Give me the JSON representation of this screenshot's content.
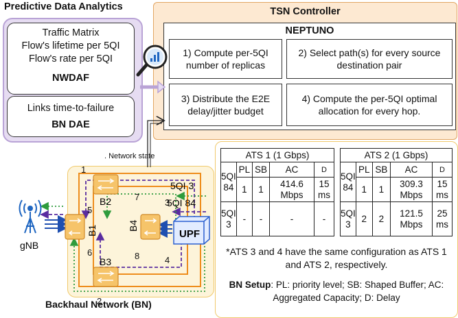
{
  "pda": {
    "title": "Predictive Data Analytics",
    "nwdaf_lines": [
      "Traffic Matrix",
      "Flow's lifetime per 5QI",
      "Flow's rate per 5QI"
    ],
    "nwdaf_label": "NWDAF",
    "bndae_line": "Links time-to-failure",
    "bndae_label": "BN DAE"
  },
  "tsn": {
    "title": "TSN Controller",
    "neptuno": "NEPTUNO",
    "steps": [
      "1) Compute per-5QI number of replicas",
      "2) Select path(s) for every source destination pair",
      "3) Distribute the E2E delay/jitter budget",
      "4) Compute the per-5QI optimal allocation for every hop."
    ]
  },
  "network": {
    "state_label": ". Network state",
    "title": "Backhaul Network (BN)",
    "switches": [
      "B1",
      "B2",
      "B3",
      "B4"
    ],
    "link_numbers": [
      "1",
      "2",
      "3",
      "4",
      "5",
      "6",
      "7",
      "8"
    ],
    "flows": [
      "5QI 3",
      "5QI 84"
    ],
    "gnb": "gNB",
    "upf": "UPF"
  },
  "colors": {
    "pda_fill": "#e6dcf2",
    "tsn_fill": "#fde9d2",
    "bn_fill": "#fdf4da",
    "link_orange": "#ee8d1c",
    "flow_purple": "#5a2ca0",
    "flow_green": "#2e9b3c",
    "gnb_blue": "#1f66c1",
    "upf_blue": "#2a5fd0",
    "upf_fill": "#e2ecff"
  },
  "tables": {
    "ats1": {
      "title": "ATS 1 (1 Gbps)",
      "headers": [
        "PL",
        "SB",
        "AC",
        "D"
      ],
      "rows": [
        {
          "qos": "5QI 84",
          "pl": "1",
          "sb": "1",
          "ac": "414.6 Mbps",
          "d": "15 ms"
        },
        {
          "qos": "5QI 3",
          "pl": "-",
          "sb": "-",
          "ac": "-",
          "d": "-"
        }
      ]
    },
    "ats2": {
      "title": "ATS 2 (1 Gbps)",
      "headers": [
        "PL",
        "SB",
        "AC",
        "D"
      ],
      "rows": [
        {
          "qos": "5QI 84",
          "pl": "1",
          "sb": "1",
          "ac": "309.3 Mbps",
          "d": "15 ms"
        },
        {
          "qos": "5QI 3",
          "pl": "2",
          "sb": "2",
          "ac": "121.5 Mbps",
          "d": "25 ms"
        }
      ]
    },
    "footnote": "*ATS 3 and 4 have the same configuration as ATS 1 and ATS 2, respectively.",
    "bn_setup_label": "BN Setup",
    "bn_setup_text": ": PL: priority level; SB: Shaped Buffer; AC: Aggregated Capacity; D: Delay"
  }
}
